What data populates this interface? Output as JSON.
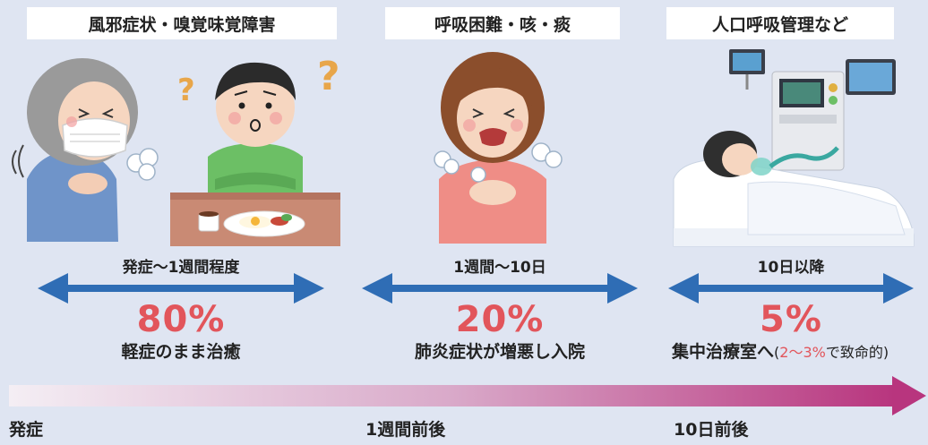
{
  "stages": [
    {
      "header": "風邪症状・嗅覚味覚障害",
      "duration": "発症〜1週間程度",
      "percent": "80%",
      "outcome": "軽症のまま治癒"
    },
    {
      "header": "呼吸困難・咳・痰",
      "duration": "1週間〜10日",
      "percent": "20%",
      "outcome": "肺炎症状が増悪し入院"
    },
    {
      "header": "人口呼吸管理など",
      "duration": "10日以降",
      "percent": "5%",
      "outcome": "集中治療室へ",
      "note_open": "(",
      "note_red": "2〜3%",
      "note_close": "で致命的)"
    }
  ],
  "timeline": {
    "start": "発症",
    "mid": "1週間前後",
    "end": "10日前後"
  },
  "colors": {
    "background": "#dfe5f2",
    "arrow_blue": "#2f6db5",
    "percent_red": "#e2555b",
    "timeline_end": "#b8357e"
  }
}
